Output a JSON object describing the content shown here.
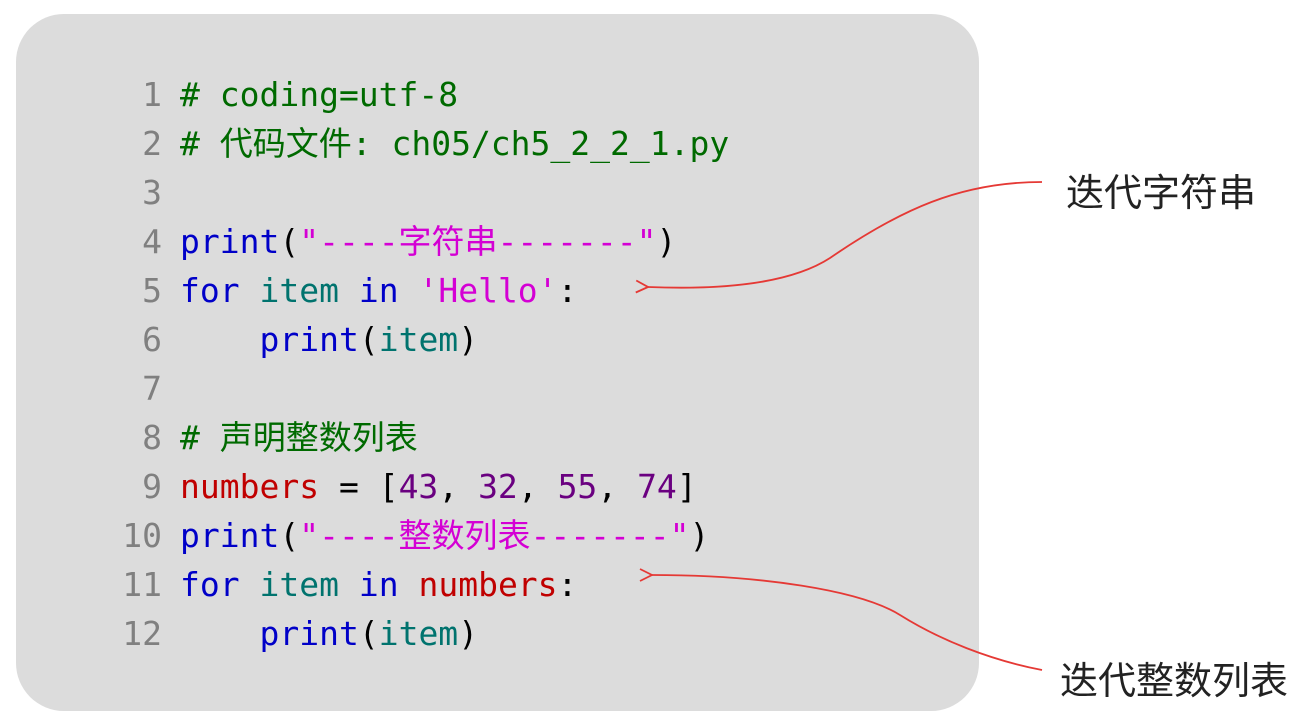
{
  "code": {
    "lines": [
      {
        "n": "1",
        "tokens": [
          {
            "t": "# coding=utf-8",
            "c": "comment"
          }
        ]
      },
      {
        "n": "2",
        "tokens": [
          {
            "t": "# 代码文件: ch05/ch5_2_2_1.py",
            "c": "comment"
          }
        ]
      },
      {
        "n": "3",
        "tokens": []
      },
      {
        "n": "4",
        "tokens": [
          {
            "t": "print",
            "c": "fn"
          },
          {
            "t": "(",
            "c": "punc"
          },
          {
            "t": "\"----字符串-------\"",
            "c": "str"
          },
          {
            "t": ")",
            "c": "punc"
          }
        ]
      },
      {
        "n": "5",
        "tokens": [
          {
            "t": "for",
            "c": "kw"
          },
          {
            "t": " ",
            "c": "punc"
          },
          {
            "t": "item",
            "c": "name"
          },
          {
            "t": " ",
            "c": "punc"
          },
          {
            "t": "in",
            "c": "kw"
          },
          {
            "t": " ",
            "c": "punc"
          },
          {
            "t": "'Hello'",
            "c": "str"
          },
          {
            "t": ":",
            "c": "punc"
          }
        ]
      },
      {
        "n": "6",
        "tokens": [
          {
            "t": "    ",
            "c": "punc"
          },
          {
            "t": "print",
            "c": "fn"
          },
          {
            "t": "(",
            "c": "punc"
          },
          {
            "t": "item",
            "c": "name"
          },
          {
            "t": ")",
            "c": "punc"
          }
        ]
      },
      {
        "n": "7",
        "tokens": []
      },
      {
        "n": "8",
        "tokens": [
          {
            "t": "# 声明整数列表",
            "c": "comment"
          }
        ]
      },
      {
        "n": "9",
        "tokens": [
          {
            "t": "numbers",
            "c": "var"
          },
          {
            "t": " = [",
            "c": "punc"
          },
          {
            "t": "43",
            "c": "num"
          },
          {
            "t": ", ",
            "c": "punc"
          },
          {
            "t": "32",
            "c": "num"
          },
          {
            "t": ", ",
            "c": "punc"
          },
          {
            "t": "55",
            "c": "num"
          },
          {
            "t": ", ",
            "c": "punc"
          },
          {
            "t": "74",
            "c": "num"
          },
          {
            "t": "]",
            "c": "punc"
          }
        ]
      },
      {
        "n": "10",
        "tokens": [
          {
            "t": "print",
            "c": "fn"
          },
          {
            "t": "(",
            "c": "punc"
          },
          {
            "t": "\"----整数列表-------\"",
            "c": "str"
          },
          {
            "t": ")",
            "c": "punc"
          }
        ]
      },
      {
        "n": "11",
        "tokens": [
          {
            "t": "for",
            "c": "kw"
          },
          {
            "t": " ",
            "c": "punc"
          },
          {
            "t": "item",
            "c": "name"
          },
          {
            "t": " ",
            "c": "punc"
          },
          {
            "t": "in",
            "c": "kw"
          },
          {
            "t": " ",
            "c": "punc"
          },
          {
            "t": "numbers",
            "c": "var"
          },
          {
            "t": ":",
            "c": "punc"
          }
        ]
      },
      {
        "n": "12",
        "tokens": [
          {
            "t": "    ",
            "c": "punc"
          },
          {
            "t": "print",
            "c": "fn"
          },
          {
            "t": "(",
            "c": "punc"
          },
          {
            "t": "item",
            "c": "name"
          },
          {
            "t": ")",
            "c": "punc"
          }
        ]
      }
    ]
  },
  "callouts": {
    "string_label": "迭代字符串",
    "list_label": "迭代整数列表"
  },
  "colors": {
    "panel_bg": "#dcdcdc",
    "arrow": "#e53935"
  }
}
